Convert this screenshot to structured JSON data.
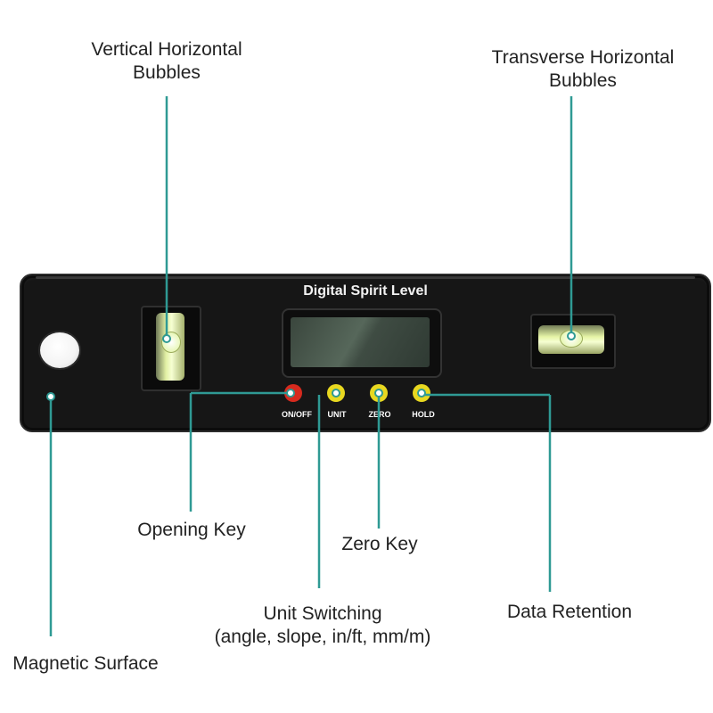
{
  "device": {
    "title": "Digital Spirit Level",
    "keys": [
      {
        "label": "ON/OFF",
        "color": "#d62a1e"
      },
      {
        "label": "UNIT",
        "color": "#e8d820"
      },
      {
        "label": "ZERO",
        "color": "#e8d820"
      },
      {
        "label": "HOLD",
        "color": "#e8d820"
      }
    ]
  },
  "callouts": {
    "vertical_bubbles": [
      "Vertical Horizontal",
      "Bubbles"
    ],
    "transverse_bubbles": [
      "Transverse Horizontal",
      "Bubbles"
    ],
    "opening_key": "Opening Key",
    "zero_key": "Zero Key",
    "unit_switching": [
      "Unit Switching",
      "(angle, slope, in/ft, mm/m)"
    ],
    "data_retention": "Data Retention",
    "magnetic_surface": "Magnetic Surface"
  },
  "colors": {
    "leader_line": "#2f9a94",
    "device_body": "#161616"
  }
}
